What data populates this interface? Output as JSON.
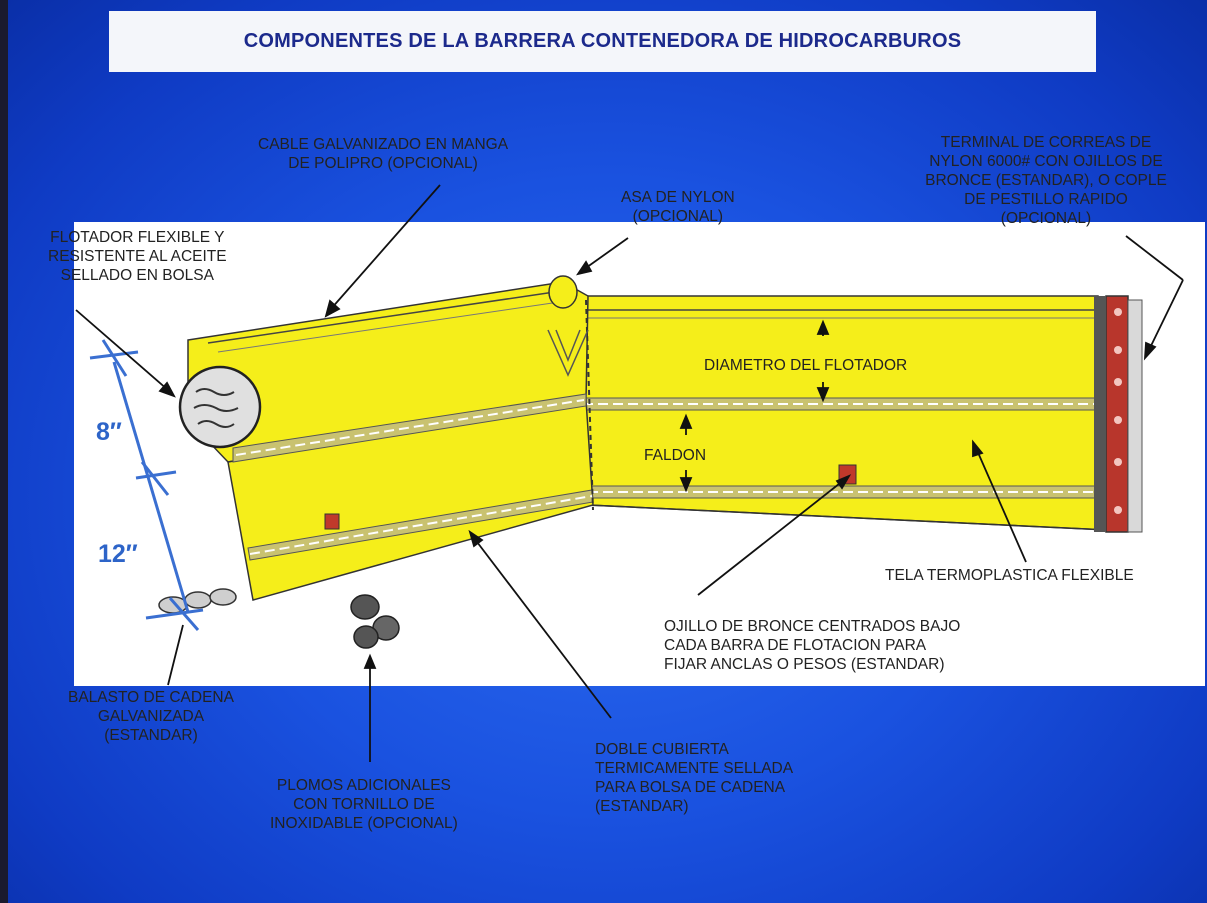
{
  "title": "COMPONENTES DE LA BARRERA CONTENEDORA DE HIDROCARBUROS",
  "colors": {
    "background": "#1a52e0",
    "title_text": "#1c2a8c",
    "boom_yellow": "#f5ee1a",
    "terminal_red": "#b8362c",
    "dimension_blue": "#2d64c8"
  },
  "labels": {
    "cable": [
      "CABLE GALVANIZADO EN MANGA",
      "DE POLIPRO (OPCIONAL)"
    ],
    "asa": [
      "ASA DE NYLON",
      "(OPCIONAL)"
    ],
    "terminal": [
      "TERMINAL DE CORREAS DE",
      "NYLON 6000# CON OJILLOS DE",
      "BRONCE (ESTANDAR), O COPLE",
      "DE PESTILLO RAPIDO",
      "(OPCIONAL)"
    ],
    "flotador": [
      "FLOTADOR FLEXIBLE Y",
      "RESISTENTE AL ACEITE",
      "SELLADO EN BOLSA"
    ],
    "diametro": "DIAMETRO DEL FLOTADOR",
    "faldon": "FALDON",
    "tela": "TELA TERMOPLASTICA FLEXIBLE",
    "ojillo": [
      "OJILLO DE BRONCE CENTRADOS BAJO",
      "CADA BARRA DE FLOTACION PARA",
      "FIJAR ANCLAS O PESOS (ESTANDAR)"
    ],
    "balasto": [
      "BALASTO DE CADENA",
      "GALVANIZADA",
      "(ESTANDAR)"
    ],
    "doble": [
      "DOBLE CUBIERTA",
      "TERMICAMENTE SELLADA",
      "PARA BOLSA DE CADENA",
      "(ESTANDAR)"
    ],
    "plomos": [
      "PLOMOS ADICIONALES",
      "CON TORNILLO DE",
      "INOXIDABLE (OPCIONAL)"
    ]
  },
  "dimensions": {
    "float": "8″",
    "skirt": "12″"
  }
}
